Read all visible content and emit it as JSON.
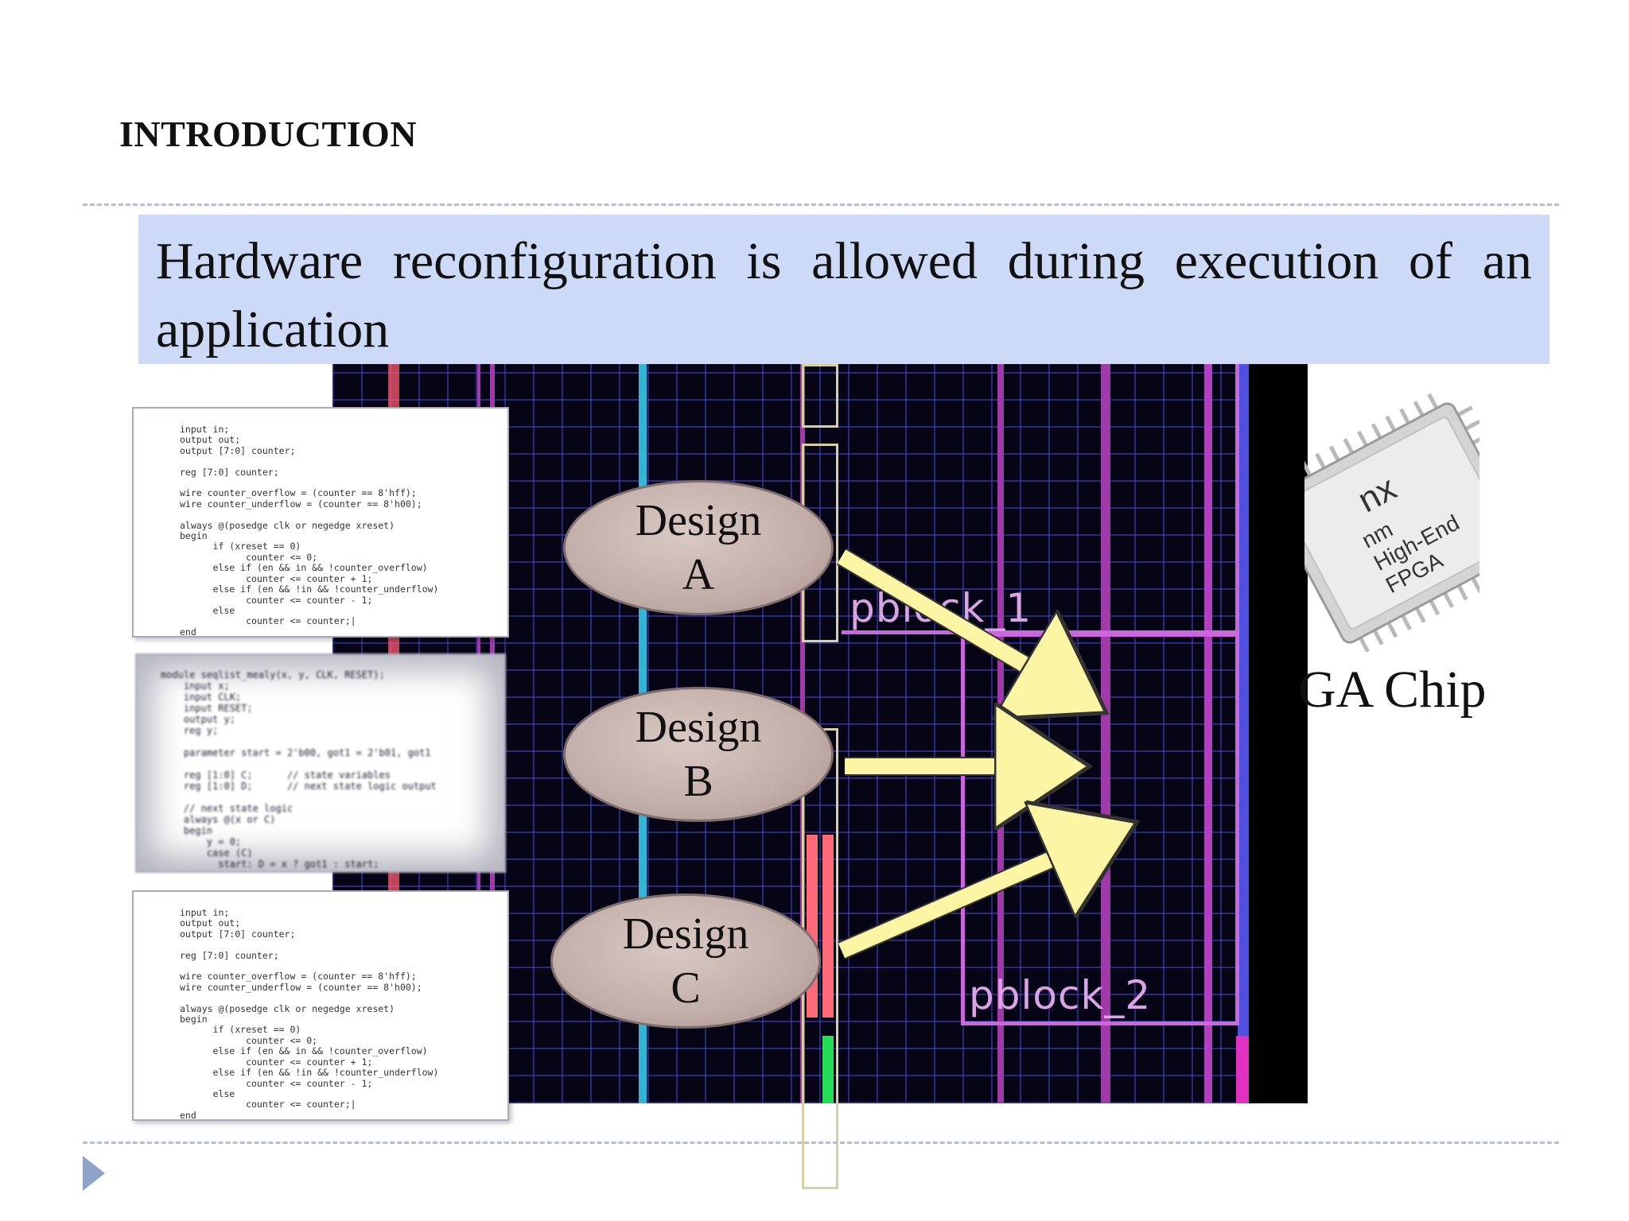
{
  "slide": {
    "title": "INTRODUCTION",
    "statement": "Hardware reconfiguration is allowed during execution of an application"
  },
  "designs": [
    {
      "word": "Design",
      "letter": "A"
    },
    {
      "word": "Design",
      "letter": "B"
    },
    {
      "word": "Design",
      "letter": "C"
    }
  ],
  "fpga": {
    "pblock_1": "pblock_1",
    "pblock_2": "pblock_2"
  },
  "chip": {
    "caption": "GA Chip",
    "label_brand": "nx",
    "label_line1": "nm",
    "label_line2": "High-End",
    "label_line3": "FPGA"
  },
  "code": {
    "top": "input in;\noutput out;\noutput [7:0] counter;\n\nreg [7:0] counter;\n\nwire counter_overflow = (counter == 8'hff);\nwire counter_underflow = (counter == 8'h00);\n\nalways @(posedge clk or negedge xreset)\nbegin\n      if (xreset == 0)\n            counter <= 0;\n      else if (en && in && !counter_overflow)\n            counter <= counter + 1;\n      else if (en && !in && !counter_underflow)\n            counter <= counter - 1;\n      else\n            counter <= counter;|\nend",
    "middle": "module seqlist_mealy(x, y, CLK, RESET);\n    input x;\n    input CLK;\n    input RESET;\n    output y;\n    reg y;\n\n    parameter start = 2'b00, got1 = 2'b01, got1\n\n    reg [1:0] C;      // state variables\n    reg [1:0] D;      // next state logic output\n\n    // next state logic\n    always @(x or C)\n    begin\n        y = 0;\n        case (C)\n          start: D = x ? got1 : start;",
    "bottom": "input in;\noutput out;\noutput [7:0] counter;\n\nreg [7:0] counter;\n\nwire counter_overflow = (counter == 8'hff);\nwire counter_underflow = (counter == 8'h00);\n\nalways @(posedge clk or negedge xreset)\nbegin\n      if (xreset == 0)\n            counter <= 0;\n      else if (en && in && !counter_overflow)\n            counter <= counter + 1;\n      else if (en && !in && !counter_underflow)\n            counter <= counter - 1;\n      else\n            counter <= counter;|\nend"
  },
  "colors": {
    "banner": "#ccd9f7",
    "arrow": "#fbf5a4",
    "pblock": "#cc66dd",
    "ellipse": "#c2aea8"
  }
}
